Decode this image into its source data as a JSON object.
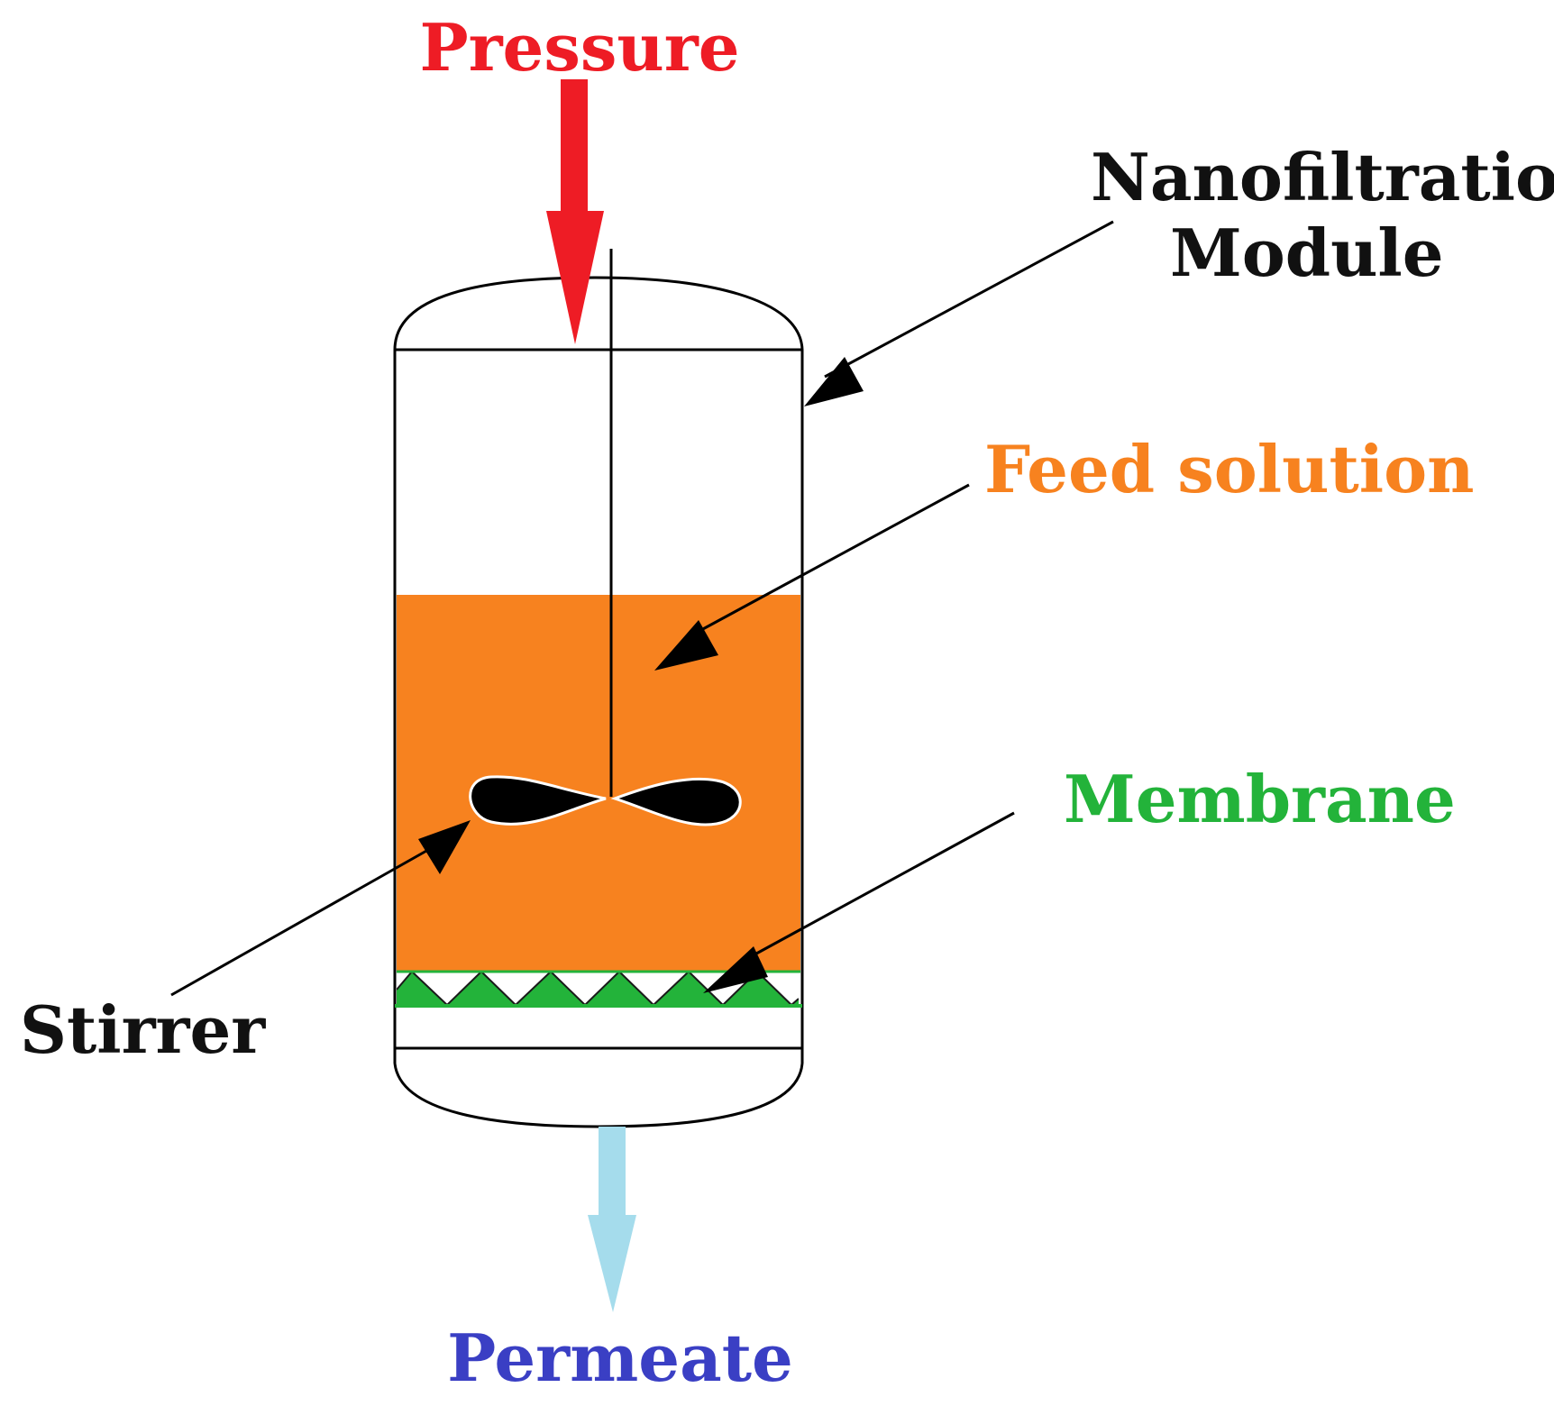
{
  "labels": {
    "pressure": "Pressure",
    "module_line1": "Nanofiltration",
    "module_line2": "Module",
    "feed": "Feed solution",
    "membrane": "Membrane",
    "stirrer": "Stirrer",
    "permeate": "Permeate"
  },
  "colors": {
    "pressure": "#ee1c25",
    "module": "#111111",
    "feed": "#f7821f",
    "membrane": "#23b33a",
    "stirrer": "#111111",
    "permeate": "#3a3fc4",
    "permeate_arrow": "#a5dcec",
    "outline": "#000000"
  }
}
